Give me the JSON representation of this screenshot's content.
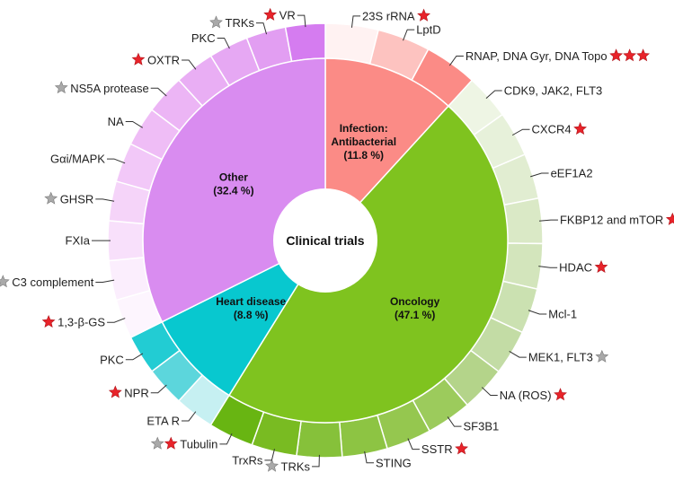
{
  "chart_data": {
    "type": "pie",
    "title": "Clinical trials",
    "star_colors": {
      "red": "#e8232a",
      "gray": "#a9a9a9"
    },
    "categories": [
      {
        "name": "Infection:",
        "name2": "Antibacterial",
        "percent_label": "(11.8 %)",
        "value": 11.8,
        "color": "#fb8b86"
      },
      {
        "name": "Oncology",
        "name2": "",
        "percent_label": "(47.1 %)",
        "value": 47.1,
        "color": "#7fc31f"
      },
      {
        "name": "Heart disease",
        "name2": "",
        "percent_label": "(8.8 %)",
        "value": 8.8,
        "color": "#08c8cf"
      },
      {
        "name": "Other",
        "name2": "",
        "percent_label": "(32.4 %)",
        "value": 32.4,
        "color": "#d98cf0"
      }
    ],
    "targets": [
      {
        "label": "23S rRNA",
        "category": 0,
        "color": "#fff2f2",
        "stars": [
          "red"
        ]
      },
      {
        "label": "LptD",
        "category": 0,
        "color": "#fdc3c0",
        "stars": []
      },
      {
        "label": "RNAP, DNA Gyr, DNA Topo",
        "category": 0,
        "color": "#fb8b86",
        "stars": [
          "red",
          "red",
          "red"
        ]
      },
      {
        "label": "CDK9, JAK2, FLT3",
        "category": 1,
        "color": "#eef5e4",
        "stars": []
      },
      {
        "label": "CXCR4",
        "category": 1,
        "color": "#e7f1da",
        "stars": [
          "red"
        ]
      },
      {
        "label": "eEF1A2",
        "category": 1,
        "color": "#e1edd1",
        "stars": []
      },
      {
        "label": "FKBP12 and mTOR",
        "category": 1,
        "color": "#dae9c6",
        "stars": [
          "red"
        ]
      },
      {
        "label": "HDAC",
        "category": 1,
        "color": "#d3e5bc",
        "stars": [
          "red"
        ]
      },
      {
        "label": "Mcl-1",
        "category": 1,
        "color": "#cbe1b1",
        "stars": []
      },
      {
        "label": "MEK1, FLT3",
        "category": 1,
        "color": "#c3dca5",
        "stars": [
          "gray"
        ]
      },
      {
        "label": "NA (ROS)",
        "category": 1,
        "color": "#b4d48a",
        "stars": [
          "red"
        ]
      },
      {
        "label": "SF3B1",
        "category": 1,
        "color": "#9ccb5c",
        "stars": []
      },
      {
        "label": "SSTR",
        "category": 1,
        "color": "#95c74f",
        "stars": [
          "red"
        ]
      },
      {
        "label": "STING",
        "category": 1,
        "color": "#8dc443",
        "stars": []
      },
      {
        "label": "TRKs",
        "category": 1,
        "color": "#86c13a",
        "stars": [
          "gray"
        ]
      },
      {
        "label": "TrxRs",
        "category": 1,
        "color": "#79bb22",
        "stars": []
      },
      {
        "label": "Tubulin",
        "category": 1,
        "color": "#68b512",
        "stars": [
          "gray",
          "red"
        ]
      },
      {
        "label": "ETA R",
        "category": 2,
        "color": "#c6f0f2",
        "stars": []
      },
      {
        "label": "NPR",
        "category": 2,
        "color": "#5cd6dc",
        "stars": [
          "red"
        ]
      },
      {
        "label": "PKC",
        "category": 2,
        "color": "#22ccd3",
        "stars": []
      },
      {
        "label": "1,3-β-GS",
        "category": 3,
        "color": "#fdf5fe",
        "stars": [
          "red"
        ]
      },
      {
        "label": "C3 complement",
        "category": 3,
        "color": "#fbeefd",
        "stars": [
          "gray"
        ]
      },
      {
        "label": "FXIa",
        "category": 3,
        "color": "#f8e0fb",
        "stars": []
      },
      {
        "label": "GHSR",
        "category": 3,
        "color": "#f5d4f9",
        "stars": [
          "gray"
        ]
      },
      {
        "label": "Gαi/MAPK",
        "category": 3,
        "color": "#f2c8f8",
        "stars": []
      },
      {
        "label": "NA",
        "category": 3,
        "color": "#efbdf6",
        "stars": []
      },
      {
        "label": "NS5A protease",
        "category": 3,
        "color": "#ecb5f5",
        "stars": [
          "gray"
        ]
      },
      {
        "label": "OXTR",
        "category": 3,
        "color": "#e9aef4",
        "stars": [
          "red"
        ]
      },
      {
        "label": "PKC",
        "category": 3,
        "color": "#e6a8f3",
        "stars": []
      },
      {
        "label": "TRKs",
        "category": 3,
        "color": "#e29ef2",
        "stars": [
          "gray"
        ]
      },
      {
        "label": "VR",
        "category": 3,
        "color": "#d57cf0",
        "stars": [
          "red"
        ]
      }
    ]
  }
}
